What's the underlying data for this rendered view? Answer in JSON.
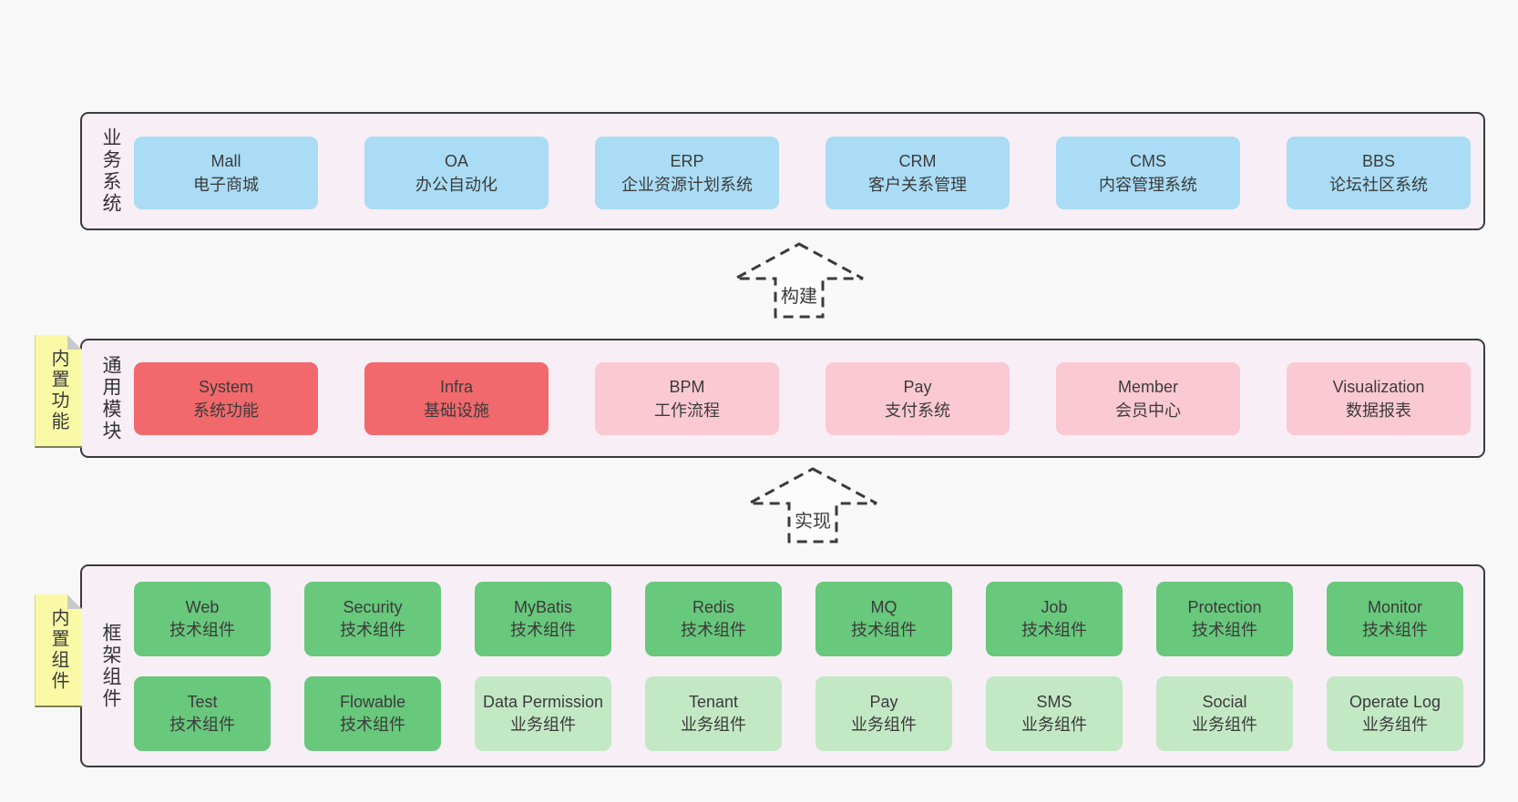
{
  "colors": {
    "page_bg": "#f8f8f8",
    "panel_bg": "#f8eef6",
    "stroke": "#3b3b3b",
    "blue": "#aadcf5",
    "red": "#f1696c",
    "pink": "#fbc9d3",
    "green": "#68c87c",
    "lightgreen": "#c2e8c4",
    "note_bg": "#fafaa6"
  },
  "arrows": {
    "build": {
      "label": "构建"
    },
    "implement": {
      "label": "实现"
    }
  },
  "sections": {
    "business": {
      "label": "业务系统",
      "boxes": [
        {
          "title": "Mall",
          "subtitle": "电子商城"
        },
        {
          "title": "OA",
          "subtitle": "办公自动化"
        },
        {
          "title": "ERP",
          "subtitle": "企业资源计划系统"
        },
        {
          "title": "CRM",
          "subtitle": "客户关系管理"
        },
        {
          "title": "CMS",
          "subtitle": "内容管理系统"
        },
        {
          "title": "BBS",
          "subtitle": "论坛社区系统"
        }
      ]
    },
    "modules": {
      "label": "通用模块",
      "note": "内置功能",
      "boxes": [
        {
          "title": "System",
          "subtitle": "系统功能"
        },
        {
          "title": "Infra",
          "subtitle": "基础设施"
        },
        {
          "title": "BPM",
          "subtitle": "工作流程"
        },
        {
          "title": "Pay",
          "subtitle": "支付系统"
        },
        {
          "title": "Member",
          "subtitle": "会员中心"
        },
        {
          "title": "Visualization",
          "subtitle": "数据报表"
        }
      ]
    },
    "framework": {
      "label": "框架组件",
      "note": "内置组件",
      "row1": [
        {
          "title": "Web",
          "subtitle": "技术组件"
        },
        {
          "title": "Security",
          "subtitle": "技术组件"
        },
        {
          "title": "MyBatis",
          "subtitle": "技术组件"
        },
        {
          "title": "Redis",
          "subtitle": "技术组件"
        },
        {
          "title": "MQ",
          "subtitle": "技术组件"
        },
        {
          "title": "Job",
          "subtitle": "技术组件"
        },
        {
          "title": "Protection",
          "subtitle": "技术组件"
        },
        {
          "title": "Monitor",
          "subtitle": "技术组件"
        }
      ],
      "row2": [
        {
          "title": "Test",
          "subtitle": "技术组件"
        },
        {
          "title": "Flowable",
          "subtitle": "技术组件"
        },
        {
          "title": "Data Permission",
          "subtitle": "业务组件"
        },
        {
          "title": "Tenant",
          "subtitle": "业务组件"
        },
        {
          "title": "Pay",
          "subtitle": "业务组件"
        },
        {
          "title": "SMS",
          "subtitle": "业务组件"
        },
        {
          "title": "Social",
          "subtitle": "业务组件"
        },
        {
          "title": "Operate Log",
          "subtitle": "业务组件"
        }
      ]
    }
  }
}
